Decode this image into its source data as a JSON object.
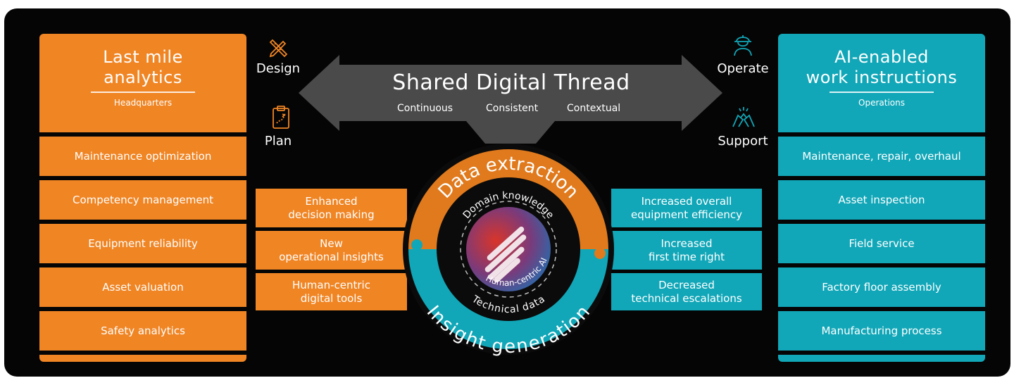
{
  "left_panel": {
    "title_line1": "Last mile",
    "title_line2": "analytics",
    "subtitle": "Headquarters",
    "items": [
      "Maintenance optimization",
      "Competency management",
      "Equipment reliability",
      "Asset valuation",
      "Safety analytics"
    ]
  },
  "right_panel": {
    "title_line1": "AI-enabled",
    "title_line2": "work instructions",
    "subtitle": "Operations",
    "items": [
      "Maintenance, repair, overhaul",
      "Asset inspection",
      "Field service",
      "Factory floor assembly",
      "Manufacturing process"
    ]
  },
  "left_icons": [
    {
      "label": "Design",
      "icon": "pencil-ruler-icon"
    },
    {
      "label": "Plan",
      "icon": "clipboard-plan-icon"
    }
  ],
  "right_icons": [
    {
      "label": "Operate",
      "icon": "worker-helmet-icon"
    },
    {
      "label": "Support",
      "icon": "handshake-icon"
    }
  ],
  "thread": {
    "title": "Shared Digital Thread",
    "tags": [
      "Continuous",
      "Consistent",
      "Contextual"
    ]
  },
  "left_benefits": [
    {
      "line1": "Enhanced",
      "line2": "decision making"
    },
    {
      "line1": "New",
      "line2": "operational insights"
    },
    {
      "line1": "Human-centric",
      "line2": "digital tools"
    }
  ],
  "right_benefits": [
    {
      "line1": "Increased overall",
      "line2": "equipment efficiency"
    },
    {
      "line1": "Increased",
      "line2": "first time right"
    },
    {
      "line1": "Decreased",
      "line2": "technical escalations"
    }
  ],
  "circle": {
    "top_ring": "Data extraction",
    "bottom_ring": "Insight generation",
    "inner_top": "Domain knowledge",
    "inner_bottom": "Technical data",
    "core": "Human-centric AI"
  },
  "colors": {
    "orange": "#f08524",
    "teal": "#11a7b8",
    "background": "#050505",
    "arrow": "#4a4a4a"
  }
}
